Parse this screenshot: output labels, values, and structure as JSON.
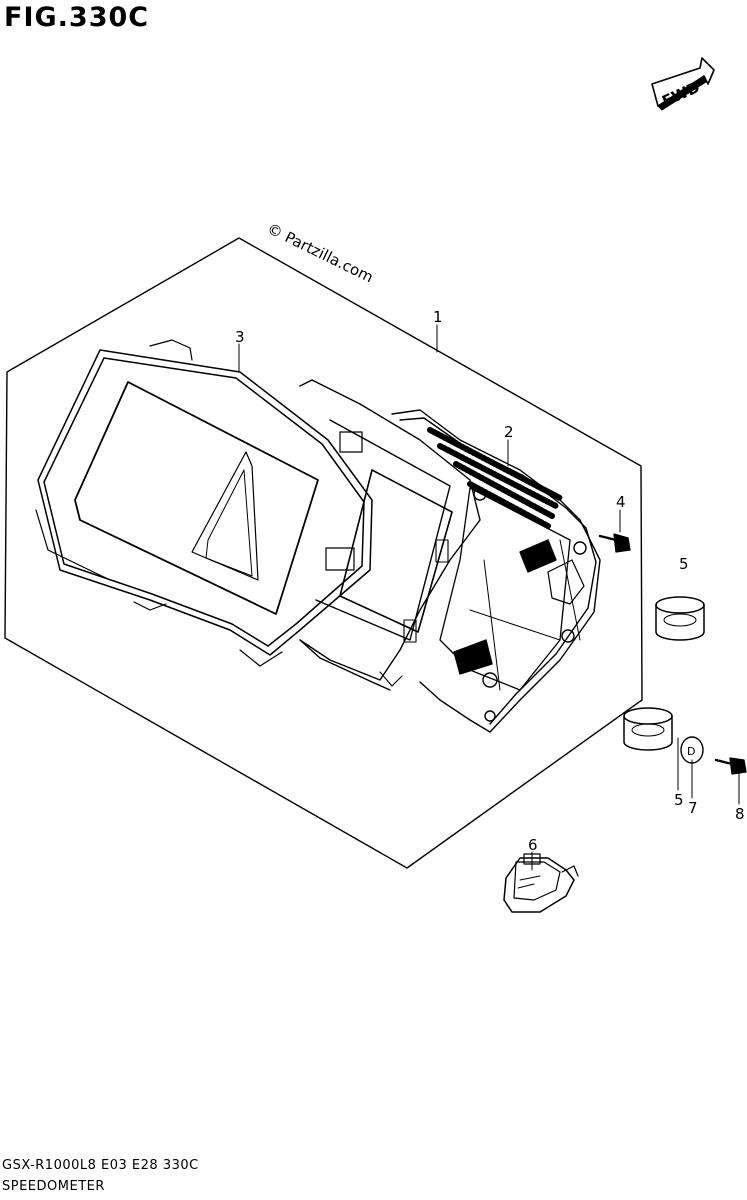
{
  "figure": {
    "title": "FIG.330C",
    "watermark": "© Partzilla.com",
    "fwd_label": "FWD",
    "footer_code": "GSX-R1000L8  E03  E28  330C",
    "footer_name": "SPEEDOMETER"
  },
  "callouts": {
    "c1": "1",
    "c2": "2",
    "c3": "3",
    "c4": "4",
    "c5a": "5",
    "c5b": "5",
    "c6": "6",
    "c7": "7",
    "c8": "8"
  },
  "parts": {
    "grommet_d_letter": "D"
  }
}
